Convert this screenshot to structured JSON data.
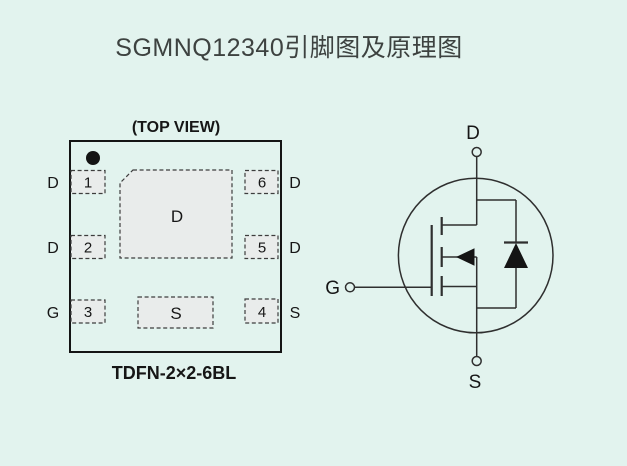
{
  "title": "SGMNQ12340引脚图及原理图",
  "package": {
    "view_label": "(TOP VIEW)",
    "package_name": "TDFN-2×2-6BL",
    "center_pad_label": "D",
    "source_pad_label": "S",
    "left_pins": [
      {
        "number": "1",
        "signal": "D"
      },
      {
        "number": "2",
        "signal": "D"
      },
      {
        "number": "3",
        "signal": "G"
      }
    ],
    "right_pins": [
      {
        "number": "6",
        "signal": "D"
      },
      {
        "number": "5",
        "signal": "D"
      },
      {
        "number": "4",
        "signal": "S"
      }
    ]
  },
  "schematic": {
    "type": "N-channel MOSFET with body diode",
    "drain_label": "D",
    "gate_label": "G",
    "source_label": "S"
  },
  "colors": {
    "background": "#e2f3ee",
    "pad_fill": "#e9eceb",
    "line": "#2f2f2f",
    "title_text": "#3d4240"
  }
}
